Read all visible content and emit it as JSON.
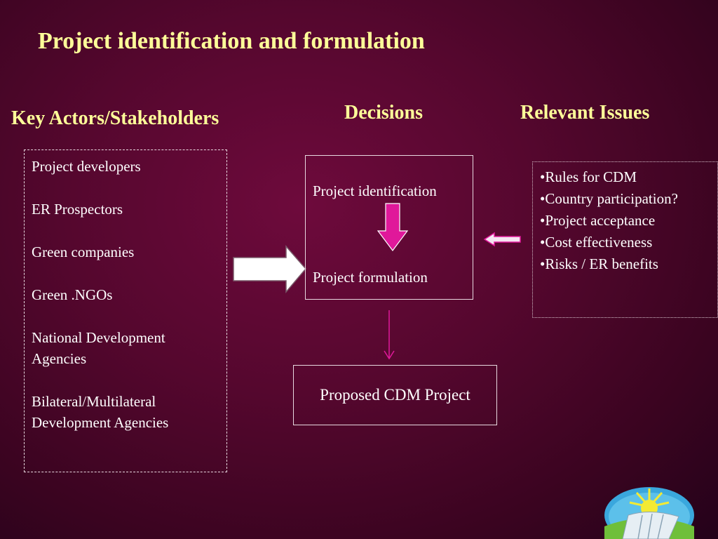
{
  "title": "Project identification and formulation",
  "headings": {
    "actors": "Key Actors/Stakeholders",
    "decisions": "Decisions",
    "issues": "Relevant Issues"
  },
  "actors": [
    "Project developers",
    "ER Prospectors",
    "Green companies",
    "Green .NGOs",
    "National Development Agencies",
    "Bilateral/Multilateral Development Agencies"
  ],
  "decisions": [
    "Project identification",
    "Project formulation"
  ],
  "issues": [
    "Rules for CDM",
    "Country participation?",
    "Project acceptance",
    "Cost effectiveness",
    "Risks / ER benefits"
  ],
  "result": "Proposed CDM Project",
  "colors": {
    "heading": "#ffff99",
    "arrow_accent": "#e0189a",
    "box_border": "#e8d9e0"
  },
  "icons": {
    "big_arrow": "arrow-right-icon",
    "down_arrow": "arrow-down-icon",
    "left_arrow": "arrow-left-icon",
    "logo": "sun-logo-icon"
  }
}
